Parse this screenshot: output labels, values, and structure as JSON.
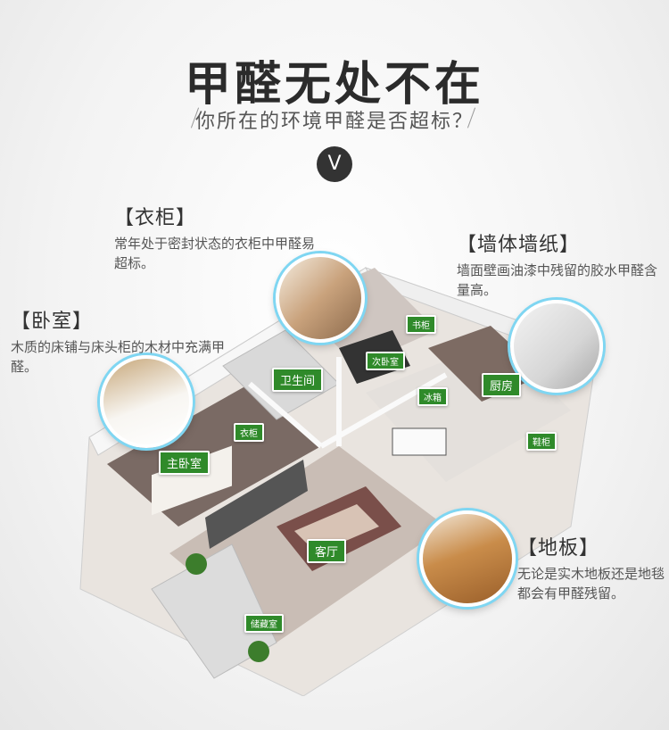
{
  "header": {
    "title": "甲醛无处不在",
    "subtitle": "你所在的环境甲醛是否超标？",
    "badge": "V"
  },
  "callouts": {
    "wardrobe": {
      "title": "【衣柜】",
      "desc": "常年处于密封状态的衣柜中甲醛易超标。"
    },
    "wall": {
      "title": "【墙体墙纸】",
      "desc": "墙面壁画油漆中残留的胶水甲醛含量高。"
    },
    "bedroom": {
      "title": "【卧室】",
      "desc": "木质的床铺与床头柜的木材中充满甲醛。"
    },
    "floor": {
      "title": "【地板】",
      "desc": "无论是实木地板还是地毯都会有甲醛残留。"
    }
  },
  "rooms": {
    "bathroom": "卫生间",
    "master_bedroom": "主卧室",
    "wardrobe": "衣柜",
    "second_bedroom": "次卧室",
    "study": "书柜",
    "fridge": "冰箱",
    "kitchen": "厨房",
    "cabinet": "鞋柜",
    "living_room": "客厅",
    "storage": "储藏室"
  },
  "colors": {
    "tag_green": "#2f8a2a",
    "ring_blue": "#7fd6f2"
  }
}
